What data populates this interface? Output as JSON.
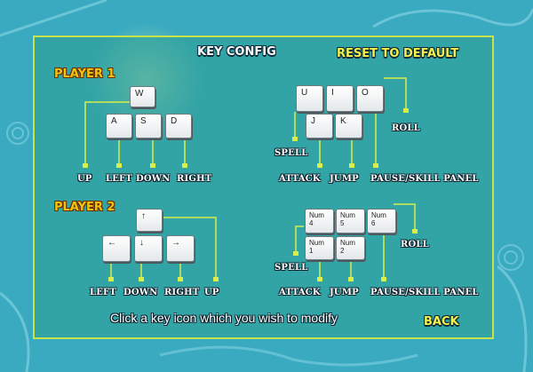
{
  "header": {
    "title": "KEY CONFIG",
    "reset_label": "RESET TO DEFAULT"
  },
  "player1": {
    "label": "PLAYER 1",
    "keys": {
      "up": "W",
      "left": "A",
      "down": "S",
      "right": "D"
    },
    "move_labels": {
      "up": "UP",
      "left": "LEFT",
      "down": "DOWN",
      "right": "RIGHT"
    },
    "action_keys": {
      "spell": "U",
      "attack": "J",
      "roll": "O",
      "jump": "K",
      "pause": "I"
    },
    "action_labels": {
      "spell": "SPELL",
      "attack": "ATTACK",
      "jump": "JUMP",
      "pause": "PAUSE/SKILL PANEL",
      "roll": "ROLL"
    }
  },
  "player2": {
    "label": "PLAYER 2",
    "keys": {
      "up": "↑",
      "left": "←",
      "down": "↓",
      "right": "→"
    },
    "move_labels": {
      "up": "UP",
      "left": "LEFT",
      "down": "DOWN",
      "right": "RIGHT"
    },
    "action_keys": {
      "spell": "Num\n4",
      "pause": "Num\n5",
      "roll": "Num\n6",
      "attack": "Num\n1",
      "jump": "Num\n2"
    },
    "action_labels": {
      "spell": "SPELL",
      "attack": "ATTACK",
      "jump": "JUMP",
      "pause": "PAUSE/SKILL PANEL",
      "roll": "ROLL"
    }
  },
  "footer": {
    "hint": "Click a key icon which you wish to modify",
    "back_label": "BACK"
  },
  "colors": {
    "background": "#3fb1c6",
    "panel_border": "#c9e24a",
    "wire": "#d8ee4a",
    "player_label": "#f1c40f",
    "button_text": "#f5f04a"
  }
}
